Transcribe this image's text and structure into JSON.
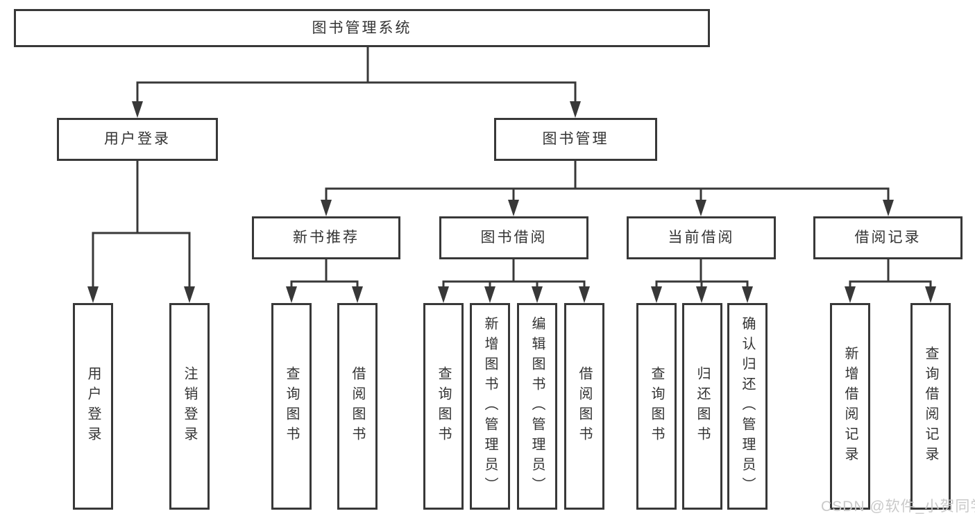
{
  "colors": {
    "line": "#383838",
    "box_border": "#383838",
    "text": "#333333",
    "background": "#ffffff",
    "watermark": "#c9c9c9"
  },
  "watermark": {
    "text": "CSDN @软件_小贺同学"
  },
  "tree": {
    "label": "图书管理系统",
    "children": [
      {
        "label": "用户登录",
        "children": [
          {
            "label": "用户登录"
          },
          {
            "label": "注销登录"
          }
        ]
      },
      {
        "label": "图书管理",
        "children": [
          {
            "label": "新书推荐",
            "children": [
              {
                "label": "查询图书"
              },
              {
                "label": "借阅图书"
              }
            ]
          },
          {
            "label": "图书借阅",
            "children": [
              {
                "label": "查询图书"
              },
              {
                "label": "新增图书（管理员）"
              },
              {
                "label": "编辑图书（管理员）"
              },
              {
                "label": "借阅图书"
              }
            ]
          },
          {
            "label": "当前借阅",
            "children": [
              {
                "label": "查询图书"
              },
              {
                "label": "归还图书"
              },
              {
                "label": "确认归还（管理员）"
              }
            ]
          },
          {
            "label": "借阅记录",
            "children": [
              {
                "label": "新增借阅记录"
              },
              {
                "label": "查询借阅记录"
              }
            ]
          }
        ]
      }
    ]
  }
}
